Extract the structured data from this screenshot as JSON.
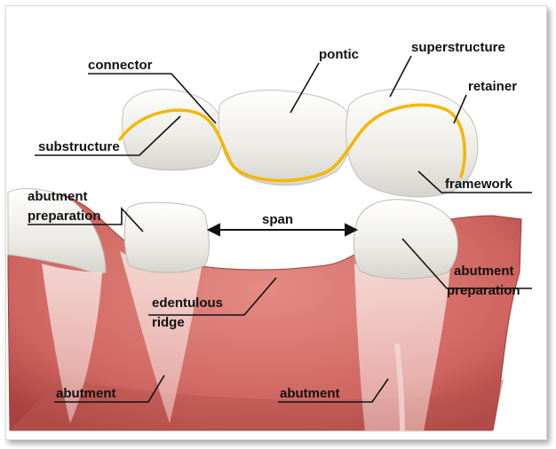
{
  "diagram": {
    "labels": {
      "connector": "connector",
      "pontic": "pontic",
      "superstructure": "superstructure",
      "retainer": "retainer",
      "substructure": "substructure",
      "framework": "framework",
      "abutment_preparation_left_1": "abutment",
      "abutment_preparation_left_2": "preparation",
      "span": "span",
      "abutment_preparation_right_1": "abutment",
      "abutment_preparation_right_2": "preparation",
      "edentulous_ridge_1": "edentulous",
      "edentulous_ridge_2": "ridge",
      "abutment_left": "abutment",
      "abutment_right": "abutment"
    },
    "colors": {
      "framework_wire": "#f2b800",
      "gum": "#d9706b",
      "gum_dark": "#b8504c",
      "tooth": "#f2f2ee",
      "leader": "#111111"
    }
  }
}
